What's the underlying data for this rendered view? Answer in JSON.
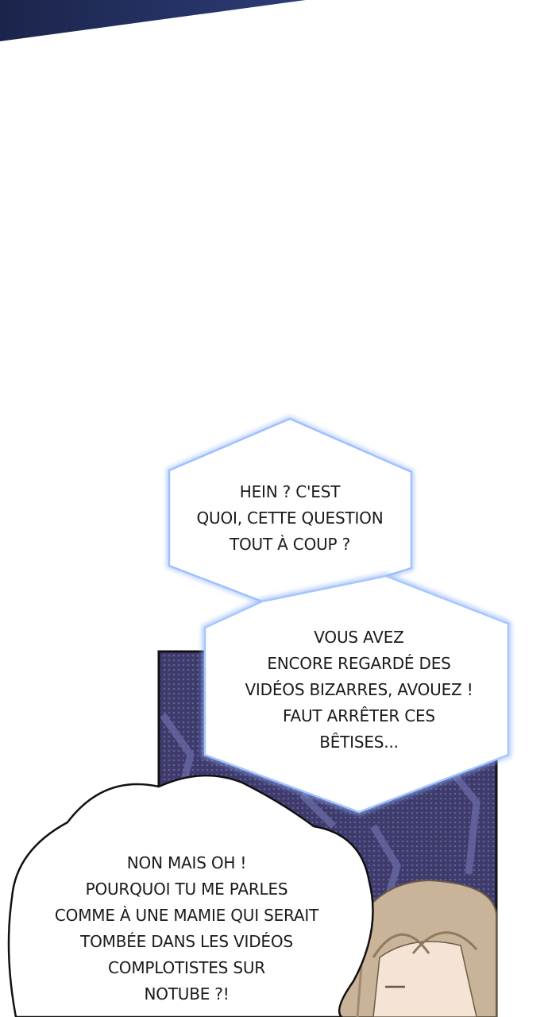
{
  "panel": {
    "bubbles": [
      {
        "id": "thought-1",
        "text": "HEIN ? C'EST\nQUOI, CETTE QUESTION\nTOUT À COUP ?"
      },
      {
        "id": "thought-2",
        "text": "VOUS AVEZ\nENCORE REGARDÉ DES\nVIDÉOS BIZARRES, AVOUEZ !\nFAUT ARRÊTER CES\nBÊTISES..."
      },
      {
        "id": "speech-1",
        "text": "NON MAIS OH !\nPOURQUOI TU ME PARLES\nCOMME À UNE MAMIE QUI SERAIT\nTOMBÉE DANS LES VIDÉOS\nCOMPLOTISTES SUR\nNOTUBE ?!"
      }
    ]
  },
  "colors": {
    "top_band": "#1f2a52",
    "background_panel": "#3d3a6b",
    "thought_glow": "#8fb3ff",
    "hair": "#c9b49a"
  }
}
